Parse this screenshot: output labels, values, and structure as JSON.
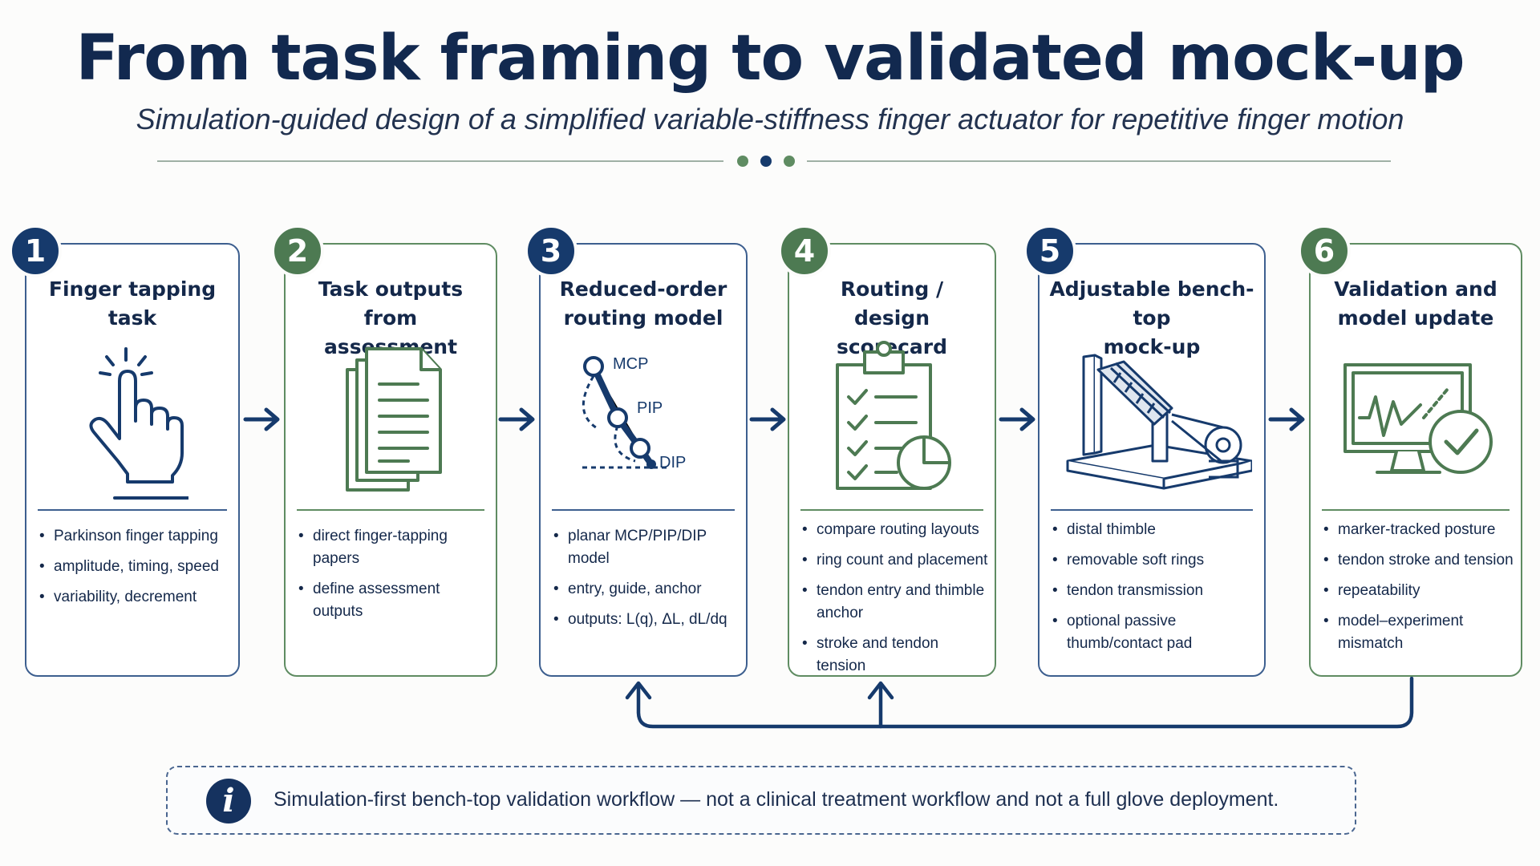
{
  "title": "From task framing to validated mock-up",
  "subtitle": "Simulation-guided design of a simplified variable-stiffness finger actuator for repetitive finger motion",
  "steps": [
    {
      "number": "1",
      "title": [
        "Finger tapping task"
      ],
      "icon": "finger-tap-icon",
      "bullets": [
        "Parkinson finger tapping",
        "amplitude, timing, speed",
        "variability, decrement"
      ]
    },
    {
      "number": "2",
      "title": [
        "Task outputs from",
        "assessment papers"
      ],
      "icon": "documents-icon",
      "bullets": [
        "direct finger-tapping papers",
        "define assessment outputs"
      ]
    },
    {
      "number": "3",
      "title": [
        "Reduced-order",
        "routing model"
      ],
      "icon": "finger-joint-model-icon",
      "joint_labels": [
        "MCP",
        "PIP",
        "DIP"
      ],
      "bullets": [
        "planar MCP/PIP/DIP model",
        "entry, guide, anchor",
        "outputs: L(q), ΔL, dL/dq"
      ]
    },
    {
      "number": "4",
      "title": [
        "Routing /",
        "design scorecard"
      ],
      "icon": "clipboard-checklist-icon",
      "bullets": [
        "compare routing layouts",
        "ring count and placement",
        "tendon entry and thimble anchor",
        "stroke and tendon tension"
      ]
    },
    {
      "number": "5",
      "title": [
        "Adjustable bench-top",
        "mock-up"
      ],
      "icon": "bench-top-rig-icon",
      "bullets": [
        "distal thimble",
        "removable soft rings",
        "tendon transmission",
        "optional passive thumb/contact pad"
      ]
    },
    {
      "number": "6",
      "title": [
        "Validation and",
        "model update"
      ],
      "icon": "monitor-check-icon",
      "bullets": [
        "marker-tracked posture",
        "tendon stroke and tension",
        "repeatability",
        "model–experiment mismatch"
      ]
    }
  ],
  "note": "Simulation-first bench-top validation workflow — not a clinical treatment workflow and not a full glove deployment.",
  "colors": {
    "navy": "#163a6c",
    "green": "#4d7a52",
    "blue_border": "#3d5f8f",
    "green_border": "#5f8c62"
  }
}
